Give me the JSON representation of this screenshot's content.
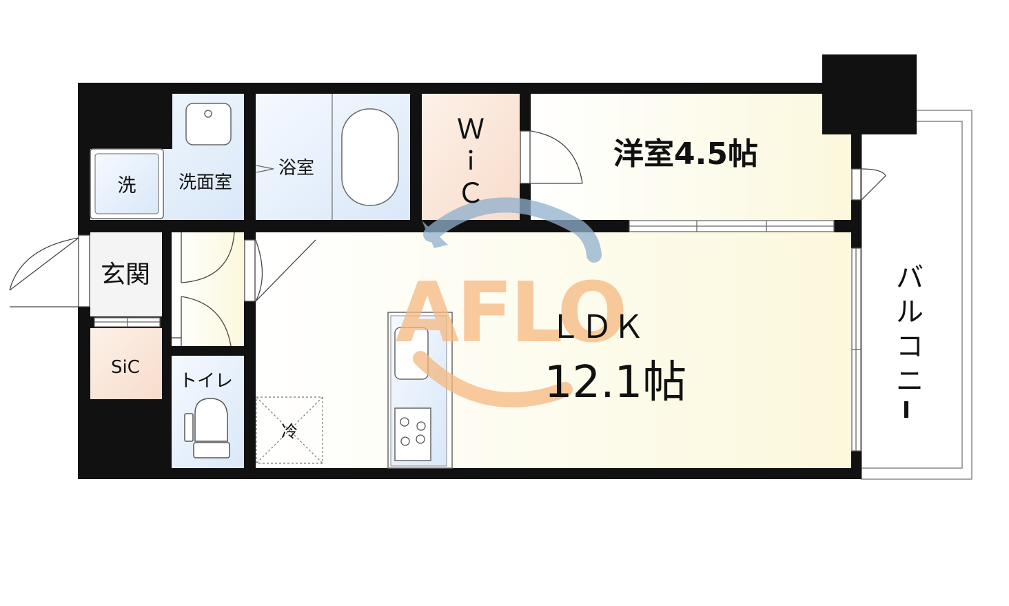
{
  "rooms": {
    "western_room": {
      "name": "洋室",
      "size": "4.5帖"
    },
    "ldk": {
      "name": "ＬＤＫ",
      "size": "12.1帖"
    },
    "wic": {
      "line1": "Ｗ",
      "line2": "ｉ",
      "line3": "Ｃ"
    },
    "bathroom": "浴室",
    "washroom": "洗面室",
    "washer": "洗",
    "entrance": "玄関",
    "sic": "SiC",
    "toilet": "トイレ",
    "fridge": "冷",
    "balcony": {
      "c1": "バ",
      "c2": "ル",
      "c3": "コ",
      "c4": "ニ",
      "c5": "ー"
    }
  },
  "watermark": {
    "text": "AFLO"
  },
  "colors": {
    "wall": "#111111",
    "room_cream": "#fbf9e6",
    "wet_blue": "#e6f0fb",
    "storage_peach": "#fbe6d8",
    "watermark_orange": "#f5b880",
    "watermark_blue": "#8fb0cc"
  }
}
